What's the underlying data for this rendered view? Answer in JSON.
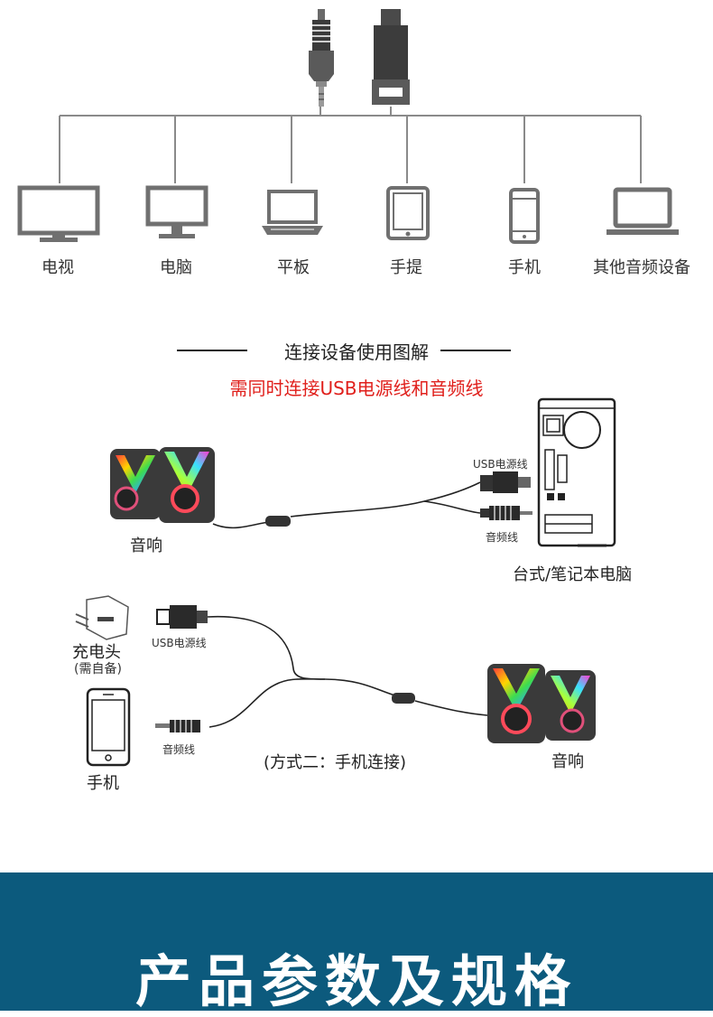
{
  "connector_diagram": {
    "devices": [
      {
        "name": "tv",
        "label": "电视",
        "icon": "tv-icon"
      },
      {
        "name": "computer",
        "label": "电脑",
        "icon": "monitor-icon"
      },
      {
        "name": "tablet",
        "label": "平板",
        "icon": "laptop-icon"
      },
      {
        "name": "handheld",
        "label": "手提",
        "icon": "tablet-icon"
      },
      {
        "name": "phone",
        "label": "手机",
        "icon": "phone-icon"
      },
      {
        "name": "other",
        "label": "其他音频设备",
        "icon": "laptop-icon"
      }
    ]
  },
  "connection_guide": {
    "title": "连接设备使用图解",
    "warning": "需同时连接USB电源线和音频线",
    "method1": {
      "speaker_label": "音响",
      "usb_label": "USB电源线",
      "audio_label": "音频线",
      "computer_label": "台式/笔记本电脑"
    },
    "method2": {
      "charger_label": "充电头",
      "charger_note": "(需自备)",
      "usb_label": "USB电源线",
      "audio_label": "音频线",
      "phone_label": "手机",
      "method_label": "(方式二：手机连接)",
      "speaker_label": "音响"
    }
  },
  "banner": {
    "title": "产品参数及规格",
    "color": "#0c5a7d"
  },
  "colors": {
    "warning": "#e0201c",
    "icon_gray": "#707070"
  }
}
